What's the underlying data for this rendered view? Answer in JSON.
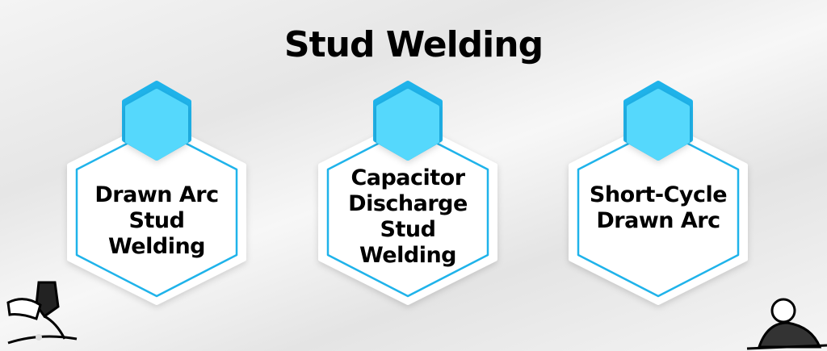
{
  "title": "Stud Welding",
  "colors": {
    "accent": "#1fb3ea",
    "accent_light": "#55d8fc",
    "text": "#000000"
  },
  "cards": [
    {
      "lines": [
        "Drawn Arc",
        "Stud Welding"
      ]
    },
    {
      "lines": [
        "Capacitor",
        "Discharge",
        "Stud Welding"
      ]
    },
    {
      "lines": [
        "Short-Cycle",
        "Drawn Arc"
      ]
    }
  ],
  "icons": [
    "welder-left-icon",
    "welder-right-icon"
  ]
}
